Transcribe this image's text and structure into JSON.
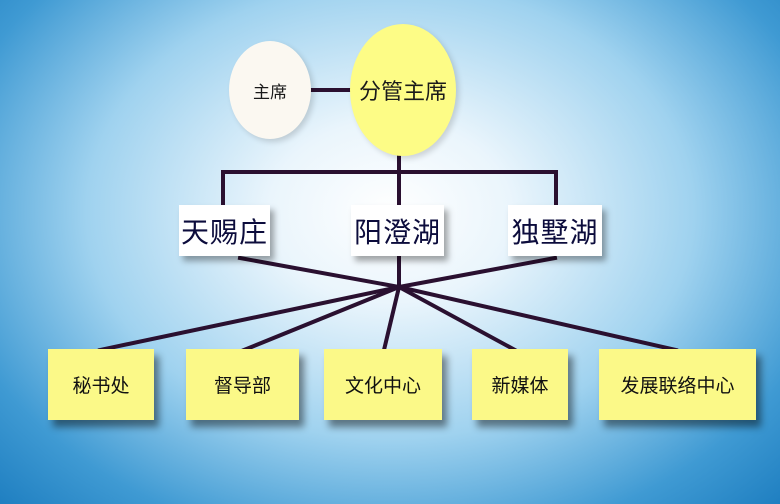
{
  "top": {
    "chair": "主席",
    "vice_chair": "分管主席"
  },
  "locations": [
    "天赐庄",
    "阳澄湖",
    "独墅湖"
  ],
  "departments": [
    "秘书处",
    "督导部",
    "文化中心",
    "新媒体",
    "发展联络中心"
  ]
}
